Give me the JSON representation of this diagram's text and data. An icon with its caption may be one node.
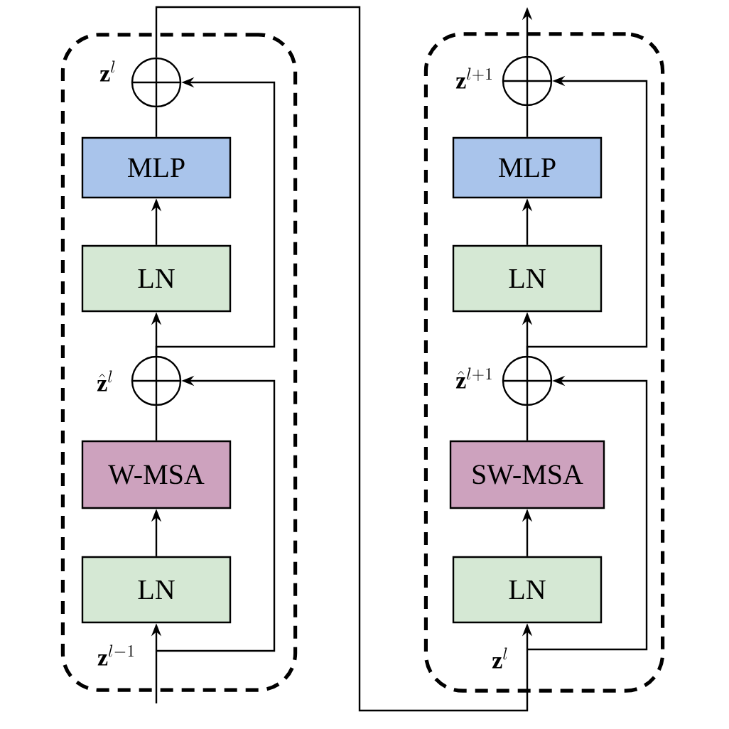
{
  "diagram": {
    "nodes": [
      {
        "text": [],
        "shape": "box"
      },
      {
        "text": [],
        "shape": "circle",
        "in": 0,
        "beside": [
          "\\mathbf{z}^{l}"
        ]
      },
      {
        "text": [
          "MLP"
        ],
        "in": 0
      },
      {
        "text": [
          "LN"
        ],
        "in": 0
      },
      {
        "text": [],
        "shape": "circle",
        "in": 0,
        "beside": [
          "\\hat{\\mathbf{z}}^{l}"
        ]
      },
      {
        "text": [
          "W-MSA"
        ],
        "in": 0
      },
      {
        "text": [
          "LN"
        ],
        "in": 0
      },
      {
        "text": [],
        "shape": "box"
      },
      {
        "text": [],
        "shape": "circle",
        "in": 7,
        "beside": [
          "\\mathbf{z}^{l+1}"
        ]
      },
      {
        "text": [
          "MLP"
        ],
        "in": 7
      },
      {
        "text": [
          "LN"
        ],
        "in": 7
      },
      {
        "text": [],
        "shape": "circle",
        "in": 7,
        "beside": [
          "\\hat{\\mathbf{z}}^{l+1}"
        ]
      },
      {
        "text": [
          "SW-MSA"
        ],
        "in": 7
      },
      {
        "text": [
          "LN"
        ],
        "in": 7
      }
    ],
    "edges": [
      {
        "from": null,
        "to": 6,
        "arrow": "to"
      },
      {
        "from": 6,
        "to": 5,
        "arrow": "to"
      },
      {
        "from": 5,
        "to": 4,
        "arrow": "none"
      },
      {
        "from": 4,
        "to": 3,
        "arrow": "to"
      },
      {
        "from": 3,
        "to": 2,
        "arrow": "to"
      },
      {
        "from": 2,
        "to": 1,
        "arrow": "none"
      },
      {
        "from": null,
        "to": 4,
        "arrow": "to"
      },
      {
        "from": 4,
        "to": 1,
        "arrow": "to"
      },
      {
        "from": 1,
        "to": 13,
        "arrow": "to"
      },
      {
        "from": null,
        "to": 11,
        "arrow": "to"
      },
      {
        "from": 13,
        "to": 12,
        "arrow": "to"
      },
      {
        "from": 12,
        "to": 11,
        "arrow": "none"
      },
      {
        "from": 11,
        "to": 10,
        "arrow": "to"
      },
      {
        "from": 10,
        "to": 9,
        "arrow": "to"
      },
      {
        "from": 9,
        "to": 8,
        "arrow": "none"
      },
      {
        "from": 11,
        "to": 8,
        "arrow": "to"
      },
      {
        "from": 8,
        "to": null,
        "arrow": "to"
      }
    ],
    "labels": [
      "\\mathbf{z}^{l-1}",
      "\\mathbf{z}^{l}"
    ]
  }
}
